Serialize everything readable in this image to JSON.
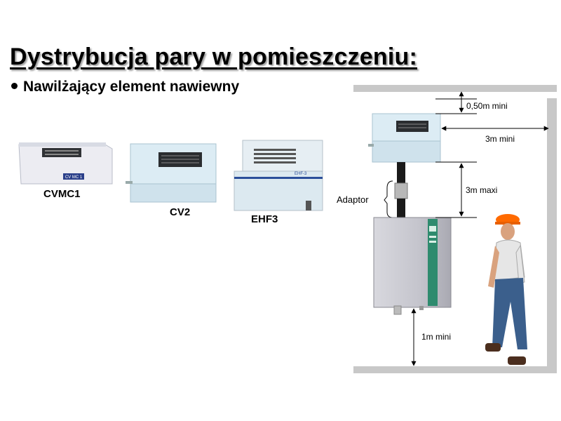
{
  "title": "Dystrybucja pary w pomieszczeniu:",
  "bullet": "Nawilżający element nawiewny",
  "products": [
    {
      "label": "CVMC1",
      "plate": "CV MC 1"
    },
    {
      "label": "CV2"
    },
    {
      "label": "EHF3",
      "plate": "EHF-3"
    }
  ],
  "diagram": {
    "ceiling_gap": "0,50m mini",
    "wall_gap": "3m mini",
    "pipe_length": "3m maxi",
    "adaptor": "Adaptor",
    "floor_gap": "1m mini"
  },
  "colors": {
    "unit_blue": "#d9eaf2",
    "unit_shadow": "#a9c3d0",
    "wall_gray": "#c8c8c8",
    "humidifier_gray": "#bfbfc6",
    "panel_green": "#2e8b6e",
    "helmet_orange": "#ff6a00"
  }
}
